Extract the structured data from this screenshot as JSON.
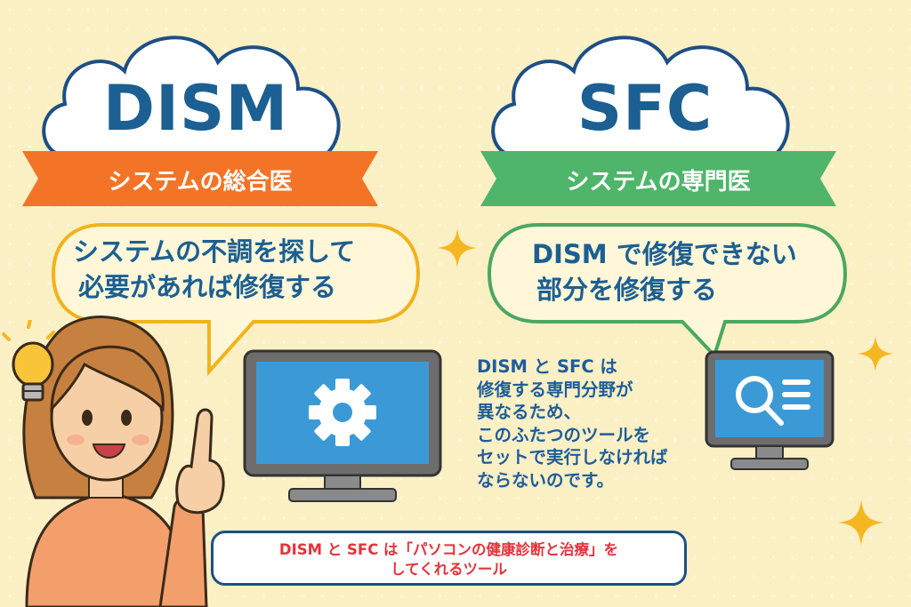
{
  "dism": {
    "title": "DISM",
    "ribbon": "システムの総合医",
    "bubble_line1": "システムの不調を探して",
    "bubble_line2": "必要があれば修復する"
  },
  "sfc": {
    "title": "SFC",
    "ribbon": "システムの専門医",
    "bubble_line1": "DISM で修復できない",
    "bubble_line2": "部分を修復する"
  },
  "note": {
    "lines": [
      "DISM と SFC は",
      "修復する専門分野が",
      "異なるため、",
      "このふたつのツールを",
      "セットで実行しなければ",
      "ならないのです。"
    ]
  },
  "footer": {
    "line1": "DISM と SFC は「パソコンの健康診断と治療」を",
    "line2": "してくれるツール"
  },
  "colors": {
    "background": "#fbefc4",
    "dism_ribbon": "#f37427",
    "sfc_ribbon": "#4fb56a",
    "title_blue": "#1c5f92",
    "dism_bubble_border": "#f1b31c",
    "sfc_bubble_border": "#4aa860",
    "footer_text": "#e2333b"
  },
  "icons": [
    "cloud-icon",
    "gear-icon",
    "search-list-icon",
    "lightbulb-icon",
    "sparkle-icon",
    "monitor-icon"
  ]
}
